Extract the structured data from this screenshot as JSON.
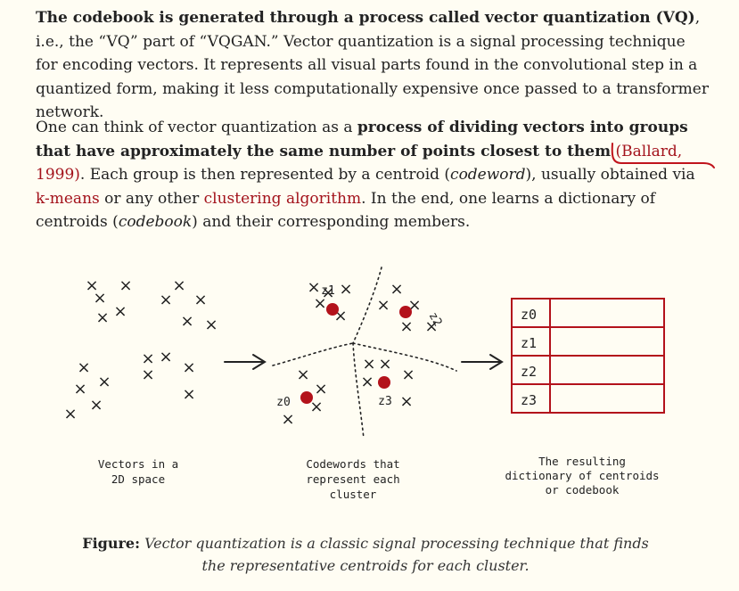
{
  "paragraph1": {
    "bold_lead": "The codebook is generated through a process called vector quantization (VQ)",
    "text_after_lead": ", i.e., the “VQ” part of “VQGAN.” Vector quantization is a signal processing technique for encoding vectors. It represents all visual parts found in the convolutional step in a quantized form, making it less computationally expensive once passed to a transformer network."
  },
  "paragraph2": {
    "intro": "One can think of vector quantization as a ",
    "bold_phrase": "process of dividing vectors into groups that have approximately the same number of points closest to them",
    "space": " ",
    "open_paren": "(",
    "citation": "Ballard, 1999",
    "close_paren": ")",
    "text_a": ". Each group is then represented by a centroid (",
    "codeword": "codeword",
    "text_b": "), usually obtained via ",
    "link_kmeans": "k-means",
    "text_c": " or any other ",
    "link_clustering": "clustering algorithm",
    "text_d": ". In the end, one learns a dictionary of centroids (",
    "codebook": "codebook",
    "text_e": ") and their corresponding members."
  },
  "figure": {
    "label_left_line1": "Vectors in a",
    "label_left_line2": "2D space",
    "label_mid_line1": "Codewords that",
    "label_mid_line2": "represent each",
    "label_mid_line3": "cluster",
    "label_right_line1": "The resulting",
    "label_right_line2": "dictionary of centroids",
    "label_right_line3": "or codebook",
    "codebook_rows": [
      "z0",
      "z1",
      "z2",
      "z3"
    ],
    "cluster_labels": [
      "z1",
      "z2",
      "z0",
      "z3"
    ],
    "mark_glyph": "×",
    "accent_color": "#b3121b"
  },
  "caption": {
    "label": "Figure:",
    "text_line1": " Vector quantization is a classic signal processing technique that finds",
    "text_line2": "the representative centroids for each cluster."
  }
}
